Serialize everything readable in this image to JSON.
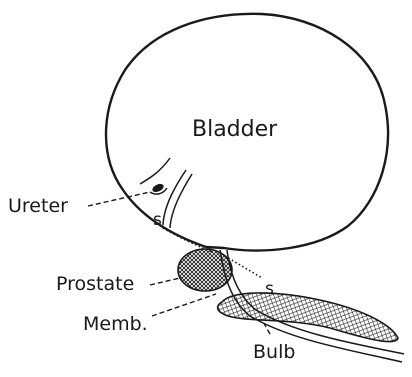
{
  "labels": {
    "bladder": "Bladder",
    "ureter": "Ureter",
    "prostate": "Prostate",
    "membranous": "Memb.",
    "bulb": "Bulb",
    "sphincter_left": "s",
    "sphincter_right": "s"
  },
  "colors": {
    "ink": "#1a1a1a",
    "background": "#ffffff"
  }
}
